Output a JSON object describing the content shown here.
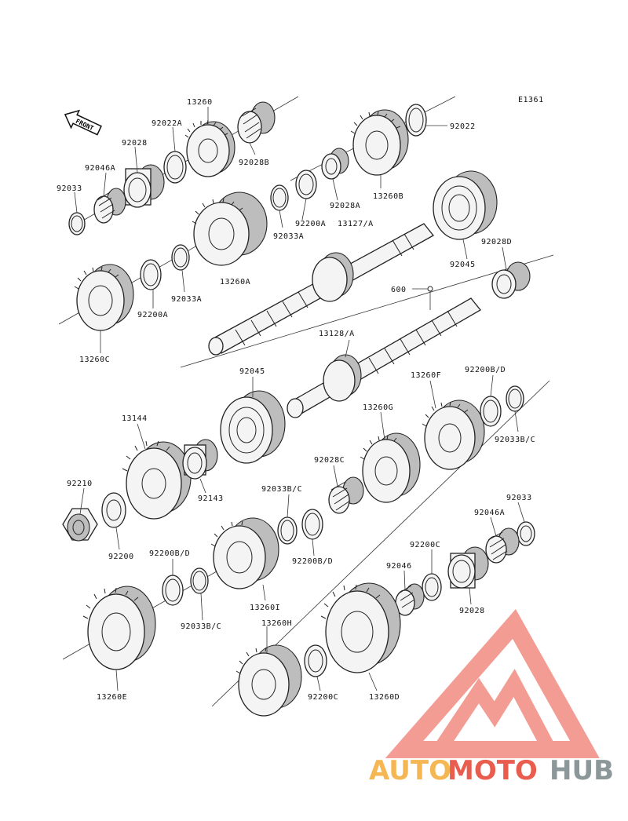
{
  "diagram_code": "E1361",
  "front_label": "FRONT",
  "parts": [
    {
      "id": "p13260",
      "label": "13260"
    },
    {
      "id": "p92022A",
      "label": "92022A"
    },
    {
      "id": "p92028",
      "label": "92028"
    },
    {
      "id": "p92046A_top",
      "label": "92046A"
    },
    {
      "id": "p92033_top",
      "label": "92033"
    },
    {
      "id": "p92028B",
      "label": "92028B"
    },
    {
      "id": "p92022",
      "label": "92022"
    },
    {
      "id": "p13260B",
      "label": "13260B"
    },
    {
      "id": "p92028A",
      "label": "92028A"
    },
    {
      "id": "p92200A_top",
      "label": "92200A"
    },
    {
      "id": "p92033A_top",
      "label": "92033A"
    },
    {
      "id": "p13127A",
      "label": "13127/A"
    },
    {
      "id": "p92045_top",
      "label": "92045"
    },
    {
      "id": "p92028D",
      "label": "92028D"
    },
    {
      "id": "p13260A",
      "label": "13260A"
    },
    {
      "id": "p92033A_mid",
      "label": "92033A"
    },
    {
      "id": "p92200A_mid",
      "label": "92200A"
    },
    {
      "id": "p13260C",
      "label": "13260C"
    },
    {
      "id": "p600",
      "label": "600"
    },
    {
      "id": "p13128A",
      "label": "13128/A"
    },
    {
      "id": "p92045_mid",
      "label": "92045"
    },
    {
      "id": "p13260F",
      "label": "13260F"
    },
    {
      "id": "p92200BD_r",
      "label": "92200B/D"
    },
    {
      "id": "p92033BC_r",
      "label": "92033B/C"
    },
    {
      "id": "p13260G",
      "label": "13260G"
    },
    {
      "id": "p13144",
      "label": "13144"
    },
    {
      "id": "p92210",
      "label": "92210"
    },
    {
      "id": "p92143",
      "label": "92143"
    },
    {
      "id": "p92028C",
      "label": "92028C"
    },
    {
      "id": "p92033BC_m",
      "label": "92033B/C"
    },
    {
      "id": "p92033_r",
      "label": "92033"
    },
    {
      "id": "p92046A_r",
      "label": "92046A"
    },
    {
      "id": "p92200",
      "label": "92200"
    },
    {
      "id": "p92200BD_l",
      "label": "92200B/D"
    },
    {
      "id": "p92200BD_m",
      "label": "92200B/D"
    },
    {
      "id": "p92200C_r",
      "label": "92200C"
    },
    {
      "id": "p92046",
      "label": "92046"
    },
    {
      "id": "p92028_r",
      "label": "92028"
    },
    {
      "id": "p13260I",
      "label": "13260I"
    },
    {
      "id": "p92033BC_l",
      "label": "92033B/C"
    },
    {
      "id": "p13260H",
      "label": "13260H"
    },
    {
      "id": "p13260E",
      "label": "13260E"
    },
    {
      "id": "p92200C_b",
      "label": "92200C"
    },
    {
      "id": "p13260D",
      "label": "13260D"
    }
  ],
  "watermark": {
    "part1": "AUTO",
    "part2": "MOTO",
    "part3": "HUB",
    "color_auto": "#f5b041",
    "color_moto": "#e74c3c",
    "color_hub": "#7f8c8d"
  }
}
